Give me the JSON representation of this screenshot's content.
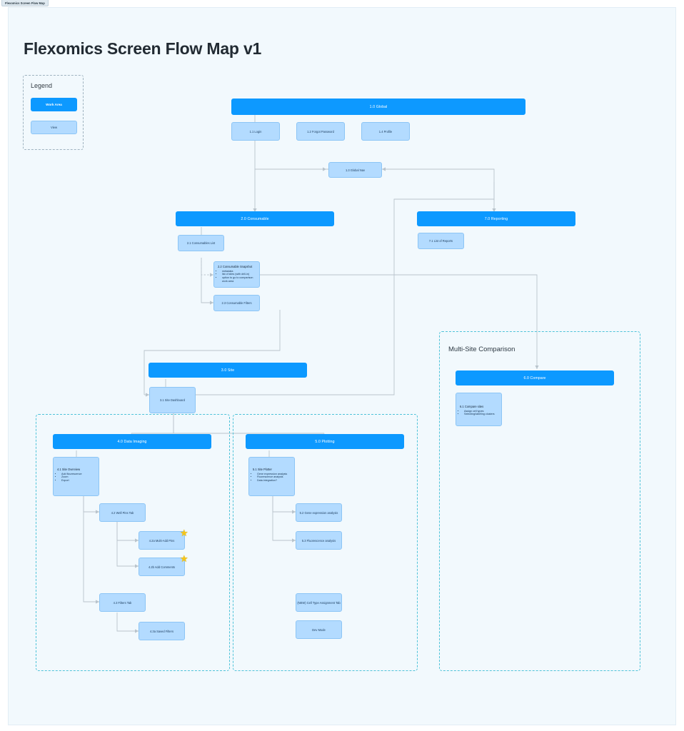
{
  "tab": {
    "label": "Flexomics Screen Flow Map"
  },
  "page": {
    "title": "Flexomics Screen Flow Map v1"
  },
  "legend": {
    "title": "Legend",
    "items": [
      {
        "label": "Work Area",
        "color": "#0d99ff"
      },
      {
        "label": "View",
        "color": "#b3dbff"
      }
    ]
  },
  "groups": [
    {
      "title": "Multi-Site Comparison"
    },
    {
      "title": ""
    },
    {
      "title": ""
    }
  ],
  "nodes": {
    "global": {
      "label": "1.0 Global"
    },
    "login": {
      "label": "1.1 Login"
    },
    "forgot": {
      "label": "1.2 Forgot Password"
    },
    "profile": {
      "label": "1.4 Profile"
    },
    "globalnav": {
      "label": "1.3 Global Nav"
    },
    "consumable": {
      "label": "2.0 Consumable"
    },
    "consumables_list": {
      "label": "2.1 Consumables List"
    },
    "consumable_snapshot": {
      "label": "2.2 Consumable Snapshot",
      "bullets": [
        "metadata",
        "list of sites (with drill-in)",
        "option to go to comparison work area"
      ]
    },
    "consumable_filters": {
      "label": "2.3 Consumable Filters"
    },
    "reporting": {
      "label": "7.0 Reporting"
    },
    "list_of_reports": {
      "label": "7.1 List of Reports"
    },
    "site": {
      "label": "3.0 Site"
    },
    "site_dashboard": {
      "label": "3.1 Site Dashboard"
    },
    "compare": {
      "label": "6.0 Compare"
    },
    "compare_sites": {
      "label": "6.1 Compare sites",
      "bullets": [
        "Assign cell types",
        "Selecting/labeling clusters"
      ]
    },
    "data_imaging": {
      "label": "4.0 Data Imaging"
    },
    "site_overview": {
      "label": "4.1 Site Overview",
      "bullets": [
        "Add flourescence",
        "Zoom",
        "Export"
      ]
    },
    "well_pins_tab": {
      "label": "4.2 Well Pins Tab"
    },
    "multi_add_pins": {
      "label": "4.2a Multi-Add Pins",
      "badge": "star-icon"
    },
    "add_comments": {
      "label": "4.2b Add Comments",
      "badge": "star-icon"
    },
    "filters_tab": {
      "label": "4.3 Filters Tab"
    },
    "saved_filters": {
      "label": "4.3a Saved Filters"
    },
    "plotting": {
      "label": "5.0 Plotting"
    },
    "site_plotter": {
      "label": "5.1 Site Plotter",
      "bullets": [
        "Gene expression analysis",
        "Fluorescence analysis",
        "Data integration?"
      ]
    },
    "gene_expression": {
      "label": "5.2 Gene expression analysis"
    },
    "fluorescence": {
      "label": "5.3 Fluorescence analysis"
    },
    "cell_type_tab": {
      "label": "(NEW) Cell Type Assignment Tab"
    },
    "dev_mode": {
      "label": "Dev Mode"
    }
  }
}
